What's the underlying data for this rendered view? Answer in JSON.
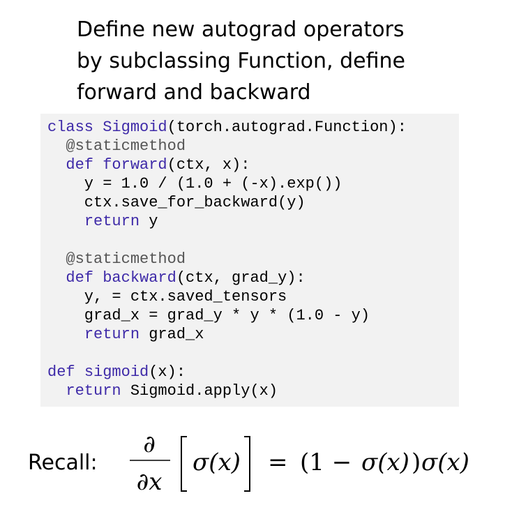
{
  "title": {
    "lines": [
      "Define new autograd operators",
      "by subclassing Function, define",
      "forward and backward"
    ]
  },
  "code": {
    "lines": [
      [
        {
          "t": "class ",
          "c": "kw"
        },
        {
          "t": "Sigmoid",
          "c": "fn"
        },
        {
          "t": "(torch.autograd.Function):",
          "c": ""
        }
      ],
      [
        {
          "t": "  @staticmethod",
          "c": "dec"
        }
      ],
      [
        {
          "t": "  ",
          "c": ""
        },
        {
          "t": "def ",
          "c": "kw"
        },
        {
          "t": "forward",
          "c": "fn"
        },
        {
          "t": "(ctx, x):",
          "c": ""
        }
      ],
      [
        {
          "t": "    y = 1.0 / (1.0 + (-x).exp())",
          "c": ""
        }
      ],
      [
        {
          "t": "    ctx.save_for_backward(y)",
          "c": ""
        }
      ],
      [
        {
          "t": "    ",
          "c": ""
        },
        {
          "t": "return",
          "c": "kw"
        },
        {
          "t": " y",
          "c": ""
        }
      ],
      [
        {
          "t": "",
          "c": ""
        }
      ],
      [
        {
          "t": "  @staticmethod",
          "c": "dec"
        }
      ],
      [
        {
          "t": "  ",
          "c": ""
        },
        {
          "t": "def ",
          "c": "kw"
        },
        {
          "t": "backward",
          "c": "fn"
        },
        {
          "t": "(ctx, grad_y):",
          "c": ""
        }
      ],
      [
        {
          "t": "    y, = ctx.saved_tensors",
          "c": ""
        }
      ],
      [
        {
          "t": "    grad_x = grad_y * y * (1.0 - y)",
          "c": ""
        }
      ],
      [
        {
          "t": "    ",
          "c": ""
        },
        {
          "t": "return",
          "c": "kw"
        },
        {
          "t": " grad_x",
          "c": ""
        }
      ],
      [
        {
          "t": "",
          "c": ""
        }
      ],
      [
        {
          "t": "def ",
          "c": "kw"
        },
        {
          "t": "sigmoid",
          "c": "fn"
        },
        {
          "t": "(x):",
          "c": ""
        }
      ],
      [
        {
          "t": "  ",
          "c": ""
        },
        {
          "t": "return",
          "c": "kw"
        },
        {
          "t": " Sigmoid.apply(x)",
          "c": ""
        }
      ]
    ]
  },
  "recall": {
    "label": "Recall:",
    "formula": {
      "partial_top": "∂",
      "partial_bottom": "∂x",
      "inner": "σ(x)",
      "equals": "=",
      "rhs_open": "(1 − ",
      "rhs_sigma": "σ(x)",
      "rhs_close": ")",
      "rhs_tail": "σ(x)"
    }
  }
}
